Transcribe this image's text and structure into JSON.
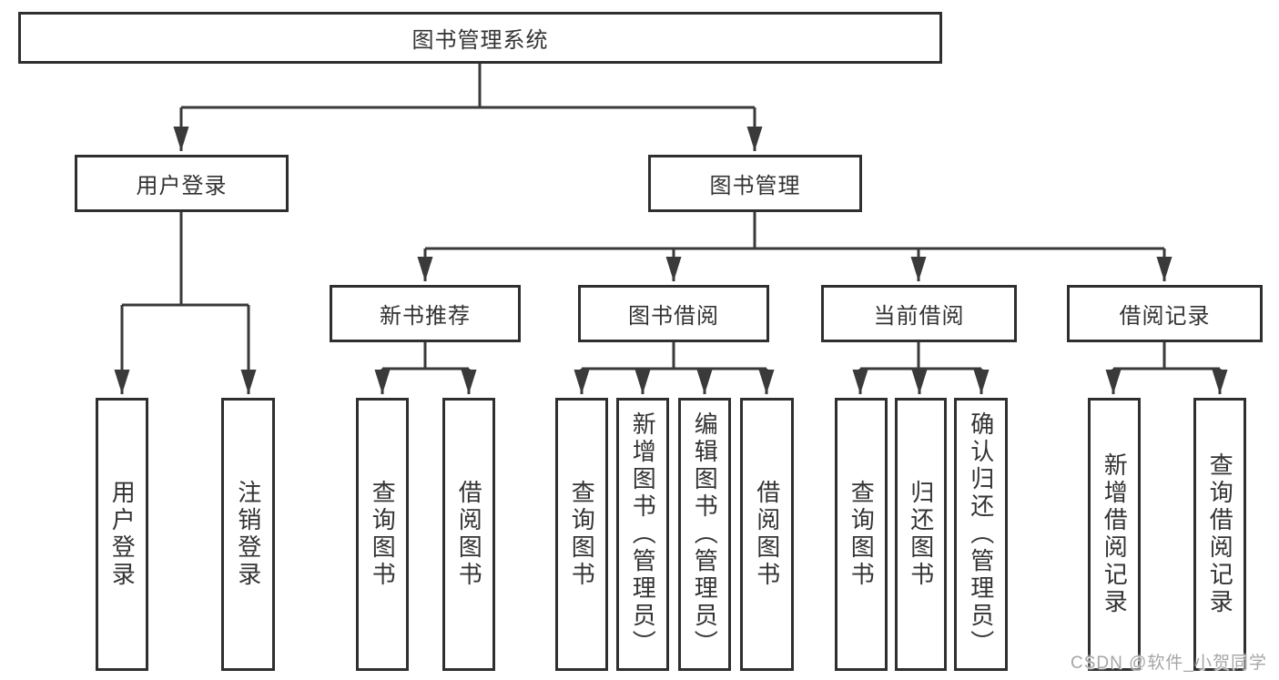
{
  "diagram": {
    "title_node": {
      "label": "图书管理系统"
    },
    "level2": [
      {
        "label": "用户登录"
      },
      {
        "label": "图书管理"
      }
    ],
    "level3": [
      {
        "label": "新书推荐"
      },
      {
        "label": "图书借阅"
      },
      {
        "label": "当前借阅"
      },
      {
        "label": "借阅记录"
      }
    ],
    "leaves": [
      {
        "label": "用户登录"
      },
      {
        "label": "注销登录"
      },
      {
        "label": "查询图书"
      },
      {
        "label": "借阅图书"
      },
      {
        "label": "查询图书"
      },
      {
        "label": "新增图书（管理员）"
      },
      {
        "label": "编辑图书（管理员）"
      },
      {
        "label": "借阅图书"
      },
      {
        "label": "查询图书"
      },
      {
        "label": "归还图书"
      },
      {
        "label": "确认归还（管理员）"
      },
      {
        "label": "新增借阅记录"
      },
      {
        "label": "查询借阅记录"
      }
    ]
  },
  "watermark": {
    "text": "CSDN @软件_小贺同学"
  },
  "colors": {
    "line": "#3a3a3a",
    "box_border": "#2f2f2f",
    "text": "#333333",
    "background": "#ffffff",
    "watermark": "#a6a6a6"
  }
}
